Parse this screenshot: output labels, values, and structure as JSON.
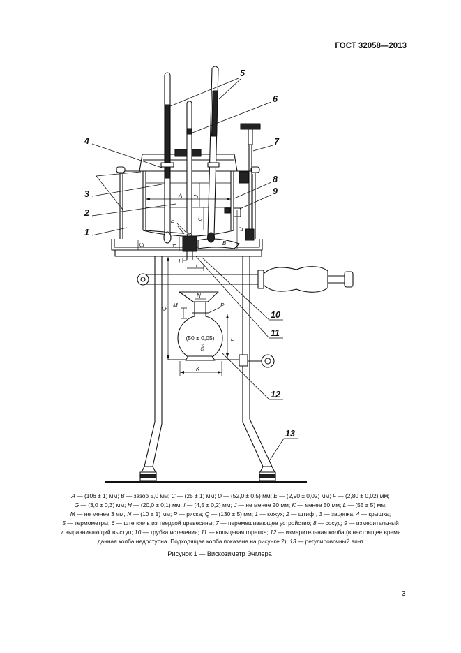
{
  "header": {
    "doc_id": "ГОСТ 32058—2013"
  },
  "figure": {
    "callouts": {
      "n1": "1",
      "n2": "2",
      "n3": "3",
      "n4": "4",
      "n5": "5",
      "n6": "6",
      "n7": "7",
      "n8": "8",
      "n9": "9",
      "n10": "10",
      "n11": "11",
      "n12": "12",
      "n13": "13"
    },
    "dims": {
      "A": "A",
      "B": "B",
      "C": "C",
      "D": "D",
      "E": "E",
      "F": "F",
      "G": "G",
      "H": "H",
      "I": "I",
      "J": "J",
      "K": "K",
      "L": "L",
      "M": "M",
      "N": "N",
      "P": "P",
      "Q": "Q"
    },
    "flask_volume": "(50 ± 0,05)",
    "flask_unit": "см³"
  },
  "key": {
    "lines": [
      [
        {
          "k": "A",
          "t": " — (106 ± 1) мм; "
        },
        {
          "k": "B",
          "t": " — зазор 5,0 мм; "
        },
        {
          "k": "C",
          "t": " — (25 ± 1) мм; "
        },
        {
          "k": "D",
          "t": " — (52,0 ± 0,5) мм; "
        },
        {
          "k": "E",
          "t": " — (2,90 ± 0,02) мм; "
        },
        {
          "k": "F",
          "t": " — (2,80 ± 0,02) мм;"
        }
      ],
      [
        {
          "k": "G",
          "t": " — (3,0 ± 0,3) мм; "
        },
        {
          "k": "H",
          "t": " — (20,0 ± 0,1) мм; "
        },
        {
          "k": "I",
          "t": " — (4,5 ± 0,2) мм; "
        },
        {
          "k": "J",
          "t": " — не менее 20 мм; "
        },
        {
          "k": "K",
          "t": " — менее 50 мм; "
        },
        {
          "k": "L",
          "t": " — (55 ± 5) мм;"
        }
      ],
      [
        {
          "k": "M",
          "t": " — не менее 3 мм, "
        },
        {
          "k": "N",
          "t": " — (10 ± 1) мм; "
        },
        {
          "k": "P",
          "t": " — риска; "
        },
        {
          "k": "Q",
          "t": " — (130 ± 5) мм; "
        },
        {
          "k": "1",
          "t": " — кожух; "
        },
        {
          "k": "2",
          "t": " — штифт, "
        },
        {
          "k": "3",
          "t": " — зацепка; "
        },
        {
          "k": "4",
          "t": " — крышка;"
        }
      ],
      [
        {
          "k": "5",
          "t": " — термометры; "
        },
        {
          "k": "6",
          "t": " — штепсель из твердой древесины; "
        },
        {
          "k": "7",
          "t": " — перемешивающее устройство; "
        },
        {
          "k": "8",
          "t": " — сосуд; "
        },
        {
          "k": "9",
          "t": " — измерительный"
        }
      ],
      [
        {
          "t": "и выравнивающий выступ; "
        },
        {
          "k": "10",
          "t": " — трубка истечения; "
        },
        {
          "k": "11",
          "t": " — кольцевая горелка; "
        },
        {
          "k": "12",
          "t": " — измерительная колба (в настоящее время"
        }
      ],
      [
        {
          "t": "данная колба недоступна. Подходящая колба показана на рисунке 2); "
        },
        {
          "k": "13",
          "t": " — регулировочный винт"
        }
      ]
    ]
  },
  "caption": "Рисунок 1 — Вискозиметр Энглера",
  "page_number": "3"
}
